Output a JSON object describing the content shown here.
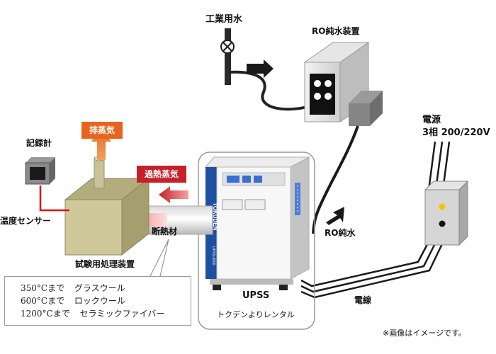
{
  "labels": {
    "industrial_water": "工業用水",
    "ro_device": "RO純水装置",
    "recorder": "記録計",
    "exhaust_steam": "排蒸気",
    "superheated_steam": "過熱蒸気",
    "temp_sensor": "温度センサー",
    "insulation": "断熱材",
    "test_device": "試験用処理装置",
    "power_title": "電源",
    "power_spec": "3相 200/220V",
    "ro_water": "RO純水",
    "upss": "UPSS",
    "rental": "トクデンよりレンタル",
    "wire": "電線",
    "disclaimer": "※画像はイメージです。",
    "brand": "TOKUDEN",
    "model": "UPSS-3000"
  },
  "insulation_notes": [
    {
      "temp": "350°Cまで",
      "material": "グラスウール"
    },
    {
      "temp": "600°Cまで",
      "material": "ロックウール"
    },
    {
      "temp": "1200°Cまで",
      "material": "セラミックファイバー"
    }
  ],
  "colors": {
    "exhaust_tag": "#e8641e",
    "superheated_tag": "#c8202a",
    "sensor_wire": "#e01010",
    "machine_blue": "#1f4fa0",
    "device_khaki": "#cfc89a"
  }
}
